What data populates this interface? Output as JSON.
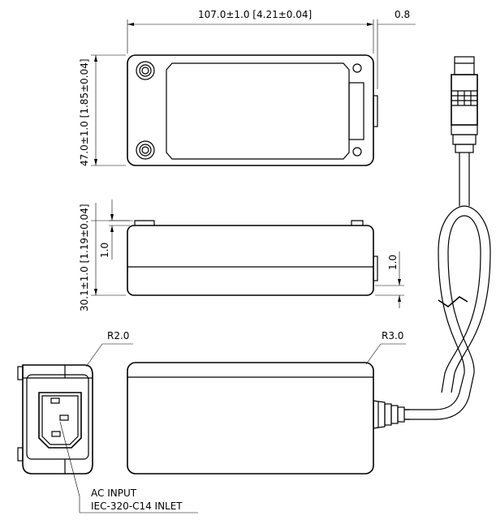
{
  "dimensions": {
    "width": "107.0±1.0 [4.21±0.04]",
    "lip": "0.8",
    "depth": "47.0±1.0 [1.85±0.04]",
    "height": "30.1±1.0 [1.19±0.04]",
    "foot_top": "1.0",
    "foot_bottom": "1.0"
  },
  "radii": {
    "end_view": "R2.0",
    "body": "R3.0"
  },
  "inlet": {
    "line1": "AC INPUT",
    "line2": "IEC-320-C14 INLET"
  }
}
